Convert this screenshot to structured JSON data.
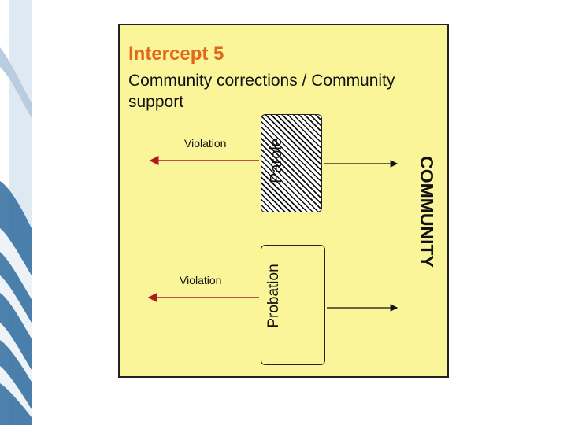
{
  "slide": {
    "title": "Intercept 5",
    "subtitle": "Community corrections / Community support"
  },
  "diagram": {
    "parole_label": "Parole",
    "probation_label": "Probation",
    "community_label": "COMMUNITY",
    "violation_top": "Violation",
    "violation_bottom": "Violation"
  },
  "colors": {
    "panel_bg": "#fbf59a",
    "title": "#e4661c",
    "arrow_violation": "#b0191e",
    "arrow_community": "#111111",
    "decor_blue": "#2f6c9d"
  }
}
